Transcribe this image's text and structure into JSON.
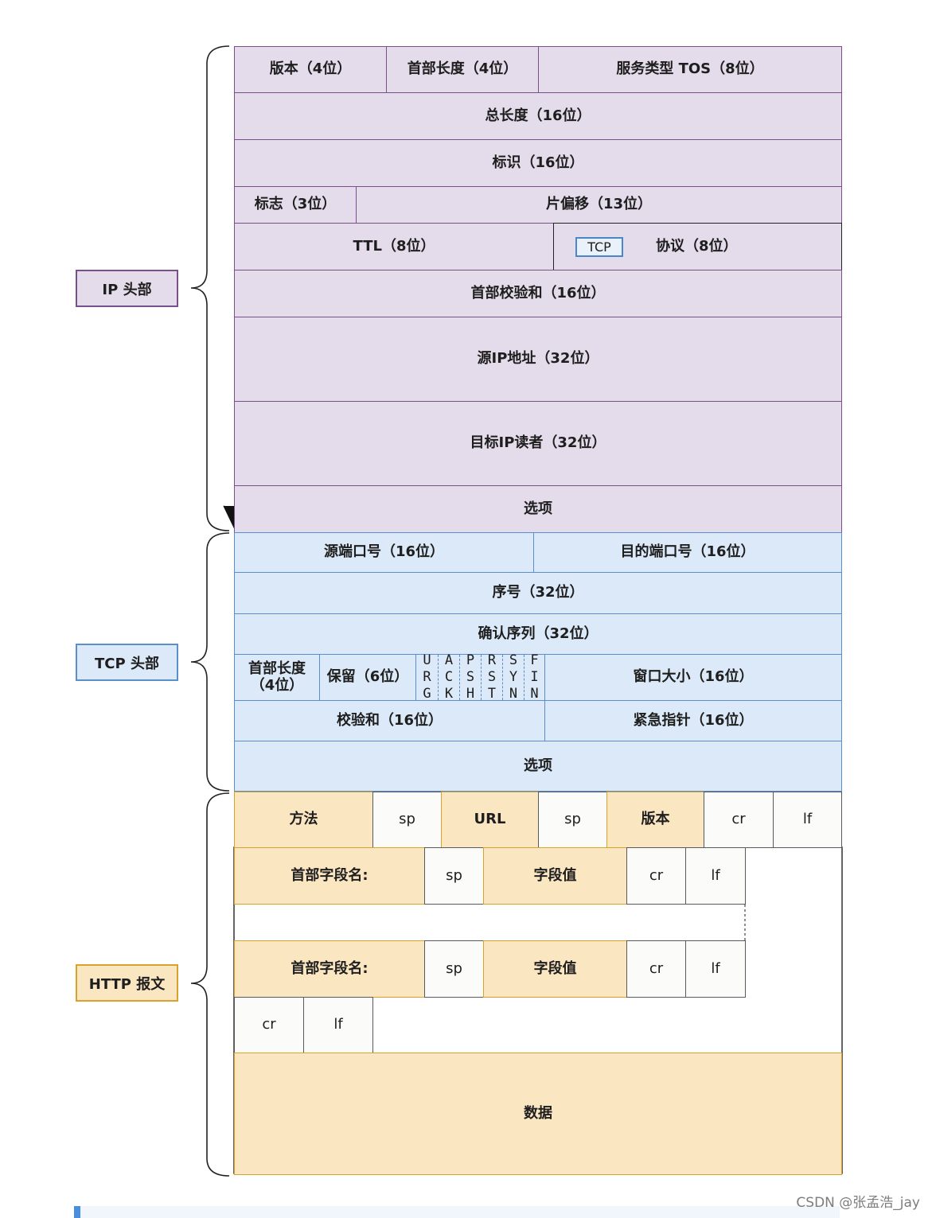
{
  "labels": {
    "ip": "IP 头部",
    "tcp": "TCP 头部",
    "http": "HTTP 报文"
  },
  "ip": {
    "version": "版本（4位）",
    "header_length": "首部长度（4位）",
    "tos": "服务类型 TOS（8位）",
    "total_length": "总长度（16位）",
    "identification": "标识（16位）",
    "flags": "标志（3位）",
    "fragment_offset": "片偏移（13位）",
    "ttl": "TTL（8位）",
    "protocol_tag": "TCP",
    "protocol": "协议（8位）",
    "checksum": "首部校验和（16位）",
    "src_ip": "源IP地址（32位）",
    "dst_ip": "目标IP读者（32位）",
    "options": "选项"
  },
  "tcp": {
    "src_port": "源端口号（16位）",
    "dst_port": "目的端口号（16位）",
    "seq": "序号（32位）",
    "ack": "确认序列（32位）",
    "header_length": "首部长度（4位）",
    "reserved": "保留（6位）",
    "flags": [
      [
        "U",
        "R",
        "G"
      ],
      [
        "A",
        "C",
        "K"
      ],
      [
        "P",
        "S",
        "H"
      ],
      [
        "R",
        "S",
        "T"
      ],
      [
        "S",
        "Y",
        "N"
      ],
      [
        "F",
        "I",
        "N"
      ]
    ],
    "window": "窗口大小（16位）",
    "checksum": "校验和（16位）",
    "urgent": "紧急指针（16位）",
    "options": "选项"
  },
  "http": {
    "method": "方法",
    "sp": "sp",
    "url": "URL",
    "version": "版本",
    "cr": "cr",
    "lf": "lf",
    "header_name": "首部字段名:",
    "header_value": "字段值",
    "data": "数据"
  },
  "colors": {
    "ip_fill": "#e4dcea",
    "ip_border": "#7b4e8c",
    "tcp_fill": "#dbe9f8",
    "tcp_border": "#5b8fcb",
    "http_fill": "#fbe6c2",
    "http_border": "#d9a32b"
  },
  "watermark": "CSDN @张孟浩_jay"
}
